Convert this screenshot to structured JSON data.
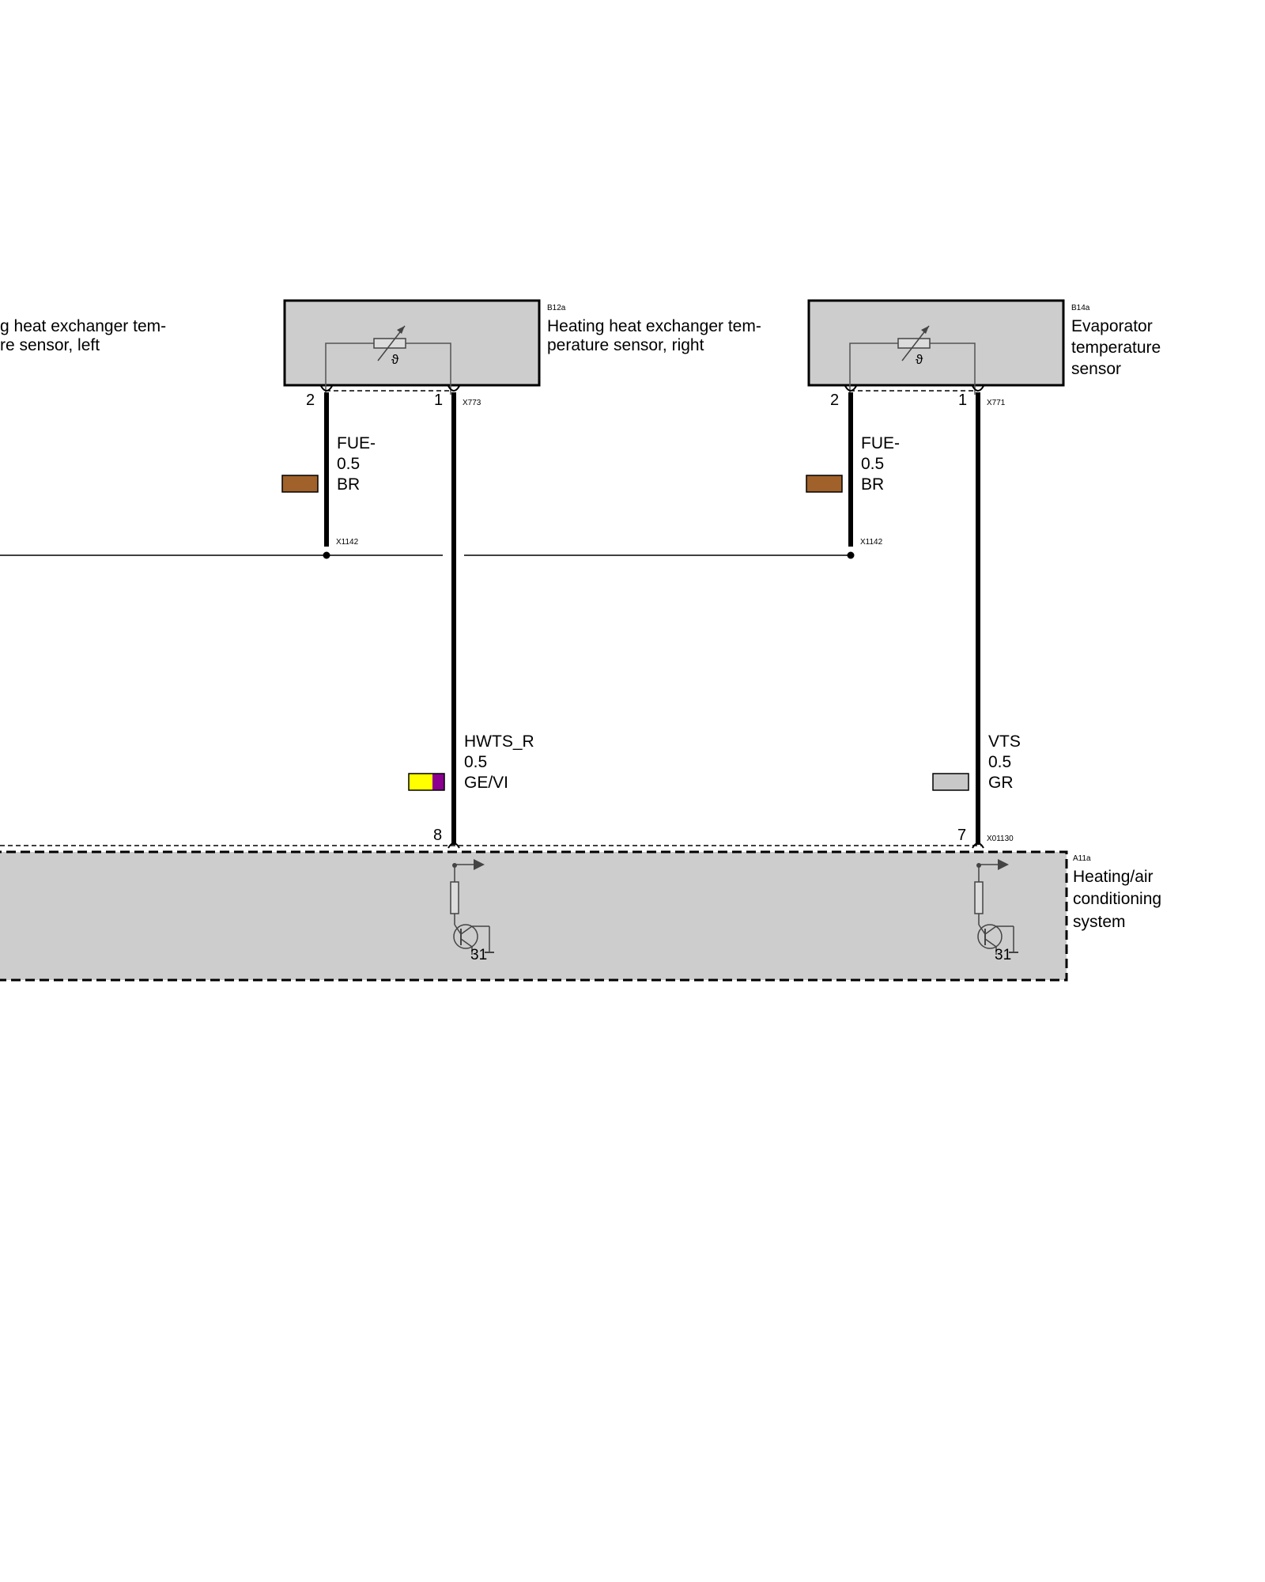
{
  "components": {
    "sensor_left": {
      "desc_line1": "g heat exchanger tem-",
      "desc_line2": "re sensor, left"
    },
    "sensor_right": {
      "id": "B12a",
      "desc_line1": "Heating heat exchanger tem-",
      "desc_line2": "perature sensor, right",
      "pin_a": "2",
      "pin_b": "1",
      "connector": "X773",
      "symbol": "ϑ"
    },
    "evaporator_sensor": {
      "id": "B14a",
      "desc_line1": "Evaporator",
      "desc_line2": "temperature",
      "desc_line3": "sensor",
      "pin_a": "2",
      "pin_b": "1",
      "connector": "X771",
      "symbol": "ϑ"
    },
    "control_unit": {
      "id": "A11a",
      "desc_line1": "Heating/air",
      "desc_line2": "conditioning",
      "desc_line3": "system",
      "pin_left": "8",
      "pin_right": "7",
      "connector": "X01130",
      "ground_left": "31",
      "ground_right": "31"
    }
  },
  "wires": {
    "fue_left": {
      "signal": "FUE-",
      "size": "0.5",
      "color_code": "BR",
      "splice": "X1142",
      "swatch_colors": [
        "#a0612a"
      ]
    },
    "fue_right": {
      "signal": "FUE-",
      "size": "0.5",
      "color_code": "BR",
      "splice": "X1142",
      "swatch_colors": [
        "#a0612a"
      ]
    },
    "hwts_r": {
      "signal": "HWTS_R",
      "size": "0.5",
      "color_code": "GE/VI",
      "swatch_colors": [
        "#ffff00",
        "#8b0090"
      ]
    },
    "vts": {
      "signal": "VTS",
      "size": "0.5",
      "color_code": "GR",
      "swatch_colors": [
        "#c8c8c8"
      ]
    }
  },
  "colors": {
    "component_fill": "#cdcdcd",
    "line": "#000000",
    "symbol_line": "#444444"
  }
}
